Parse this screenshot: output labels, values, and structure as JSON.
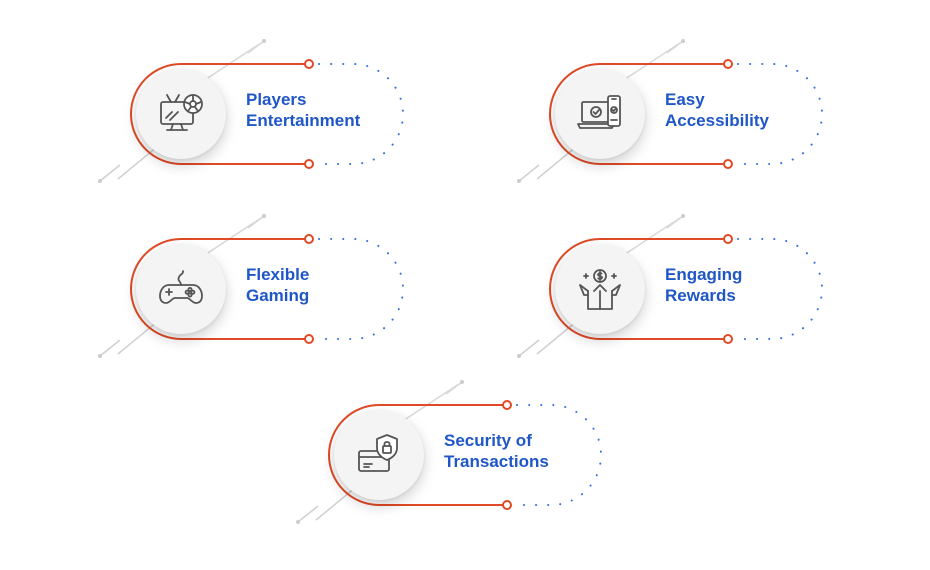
{
  "colors": {
    "accent": "#e04a26",
    "text": "#1f57c8",
    "dots": "#2f6fe0",
    "icon": "#555555",
    "line": "#cfcfcf"
  },
  "cards": [
    {
      "icon": "tv-ball-icon",
      "line1": "Players",
      "line2": "Entertainment"
    },
    {
      "icon": "laptop-phone-check-icon",
      "line1": "Easy",
      "line2": "Accessibility"
    },
    {
      "icon": "gamepad-icon",
      "line1": "Flexible",
      "line2": "Gaming"
    },
    {
      "icon": "gift-box-dollar-icon",
      "line1": "Engaging",
      "line2": "Rewards"
    },
    {
      "icon": "card-shield-lock-icon",
      "line1": "Security of",
      "line2": "Transactions"
    }
  ]
}
